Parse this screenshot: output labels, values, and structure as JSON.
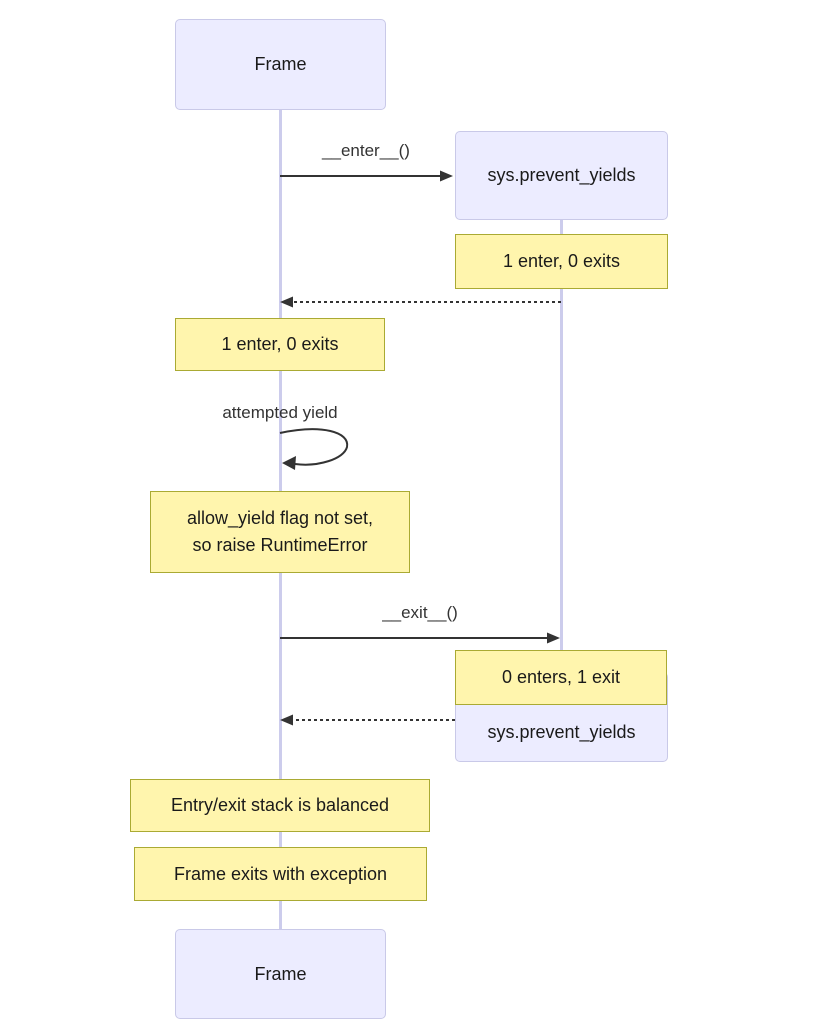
{
  "diagram": {
    "type": "sequence",
    "actors": [
      {
        "id": "frame",
        "label": "Frame"
      },
      {
        "id": "sys",
        "label": "sys.prevent_yields"
      }
    ],
    "messages": [
      {
        "from": "frame",
        "to": "sys",
        "label": "__enter__()",
        "style": "solid"
      },
      {
        "from": "sys",
        "to": "frame",
        "label": "",
        "style": "dashed"
      },
      {
        "from": "frame",
        "to": "frame",
        "label": "attempted yield",
        "style": "self"
      },
      {
        "from": "frame",
        "to": "sys",
        "label": "__exit__()",
        "style": "solid"
      },
      {
        "from": "sys",
        "to": "frame",
        "label": "",
        "style": "dashed"
      }
    ],
    "notes": [
      {
        "over": "sys",
        "text": "1 enter, 0 exits"
      },
      {
        "over": "frame",
        "text": "1 enter, 0 exits"
      },
      {
        "over": "frame",
        "text": "allow_yield flag not set,\nso raise RuntimeError"
      },
      {
        "over": "sys",
        "text": "0 enters, 1 exit"
      },
      {
        "over": "frame",
        "text": "Entry/exit stack is balanced"
      },
      {
        "over": "frame",
        "text": "Frame exits with exception"
      }
    ],
    "colors": {
      "background": "#FFFFFF",
      "actor_fill": "#ECECFF",
      "actor_border": "#C9C9E8",
      "note_fill": "#FFF5AD",
      "note_border": "#AAAA33",
      "line": "#333333",
      "lifeline": "#CCCCEC",
      "text": "#1A1A1A",
      "label_text": "#333333"
    }
  }
}
